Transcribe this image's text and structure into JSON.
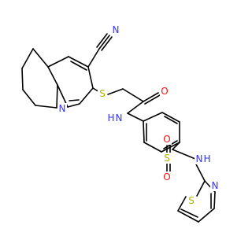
{
  "colors": {
    "C": "#000000",
    "N": "#3333ff",
    "S": "#b2b200",
    "O": "#ff0d0d"
  },
  "atom_labels": [
    {
      "key": "n_nitrile",
      "text": "N",
      "element": "N"
    },
    {
      "key": "n_pyridine",
      "text": "N",
      "element": "N"
    },
    {
      "key": "s_thioether",
      "text": "S",
      "element": "S"
    },
    {
      "key": "o_carbonyl",
      "text": "O",
      "element": "O"
    },
    {
      "key": "n_amide",
      "text": "N",
      "element": "N"
    },
    {
      "key": "h_amide",
      "text": "H",
      "element": "N"
    },
    {
      "key": "s_sulfonyl",
      "text": "S",
      "element": "S"
    },
    {
      "key": "o_sulfonyl_top",
      "text": "O",
      "element": "O"
    },
    {
      "key": "o_sulfonyl_bottom",
      "text": "O",
      "element": "O"
    },
    {
      "key": "n_sulfonamide",
      "text": "N",
      "element": "N"
    },
    {
      "key": "h_sulfonamide",
      "text": "H",
      "element": "N"
    },
    {
      "key": "s_thiazole",
      "text": "S",
      "element": "S"
    },
    {
      "key": "n_thiazole",
      "text": "N",
      "element": "N"
    }
  ]
}
